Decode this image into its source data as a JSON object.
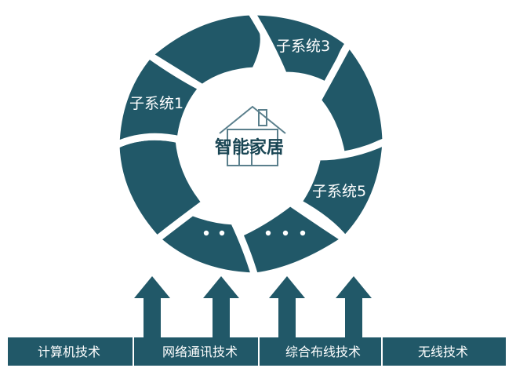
{
  "center": {
    "label": "智能家居",
    "icon": "house-icon"
  },
  "subsystems": [
    {
      "label": "子系统1"
    },
    {
      "label": "子系统3"
    },
    {
      "label": "子系统5"
    }
  ],
  "ellipses": [
    "· ·",
    "· · ·"
  ],
  "technologies": [
    {
      "label": "计算机技术"
    },
    {
      "label": "网络通讯技术"
    },
    {
      "label": "综合布线技术"
    },
    {
      "label": "无线技术"
    }
  ],
  "colors": {
    "primary": "#215868",
    "background": "#ffffff",
    "center_text": "#1a4654"
  }
}
